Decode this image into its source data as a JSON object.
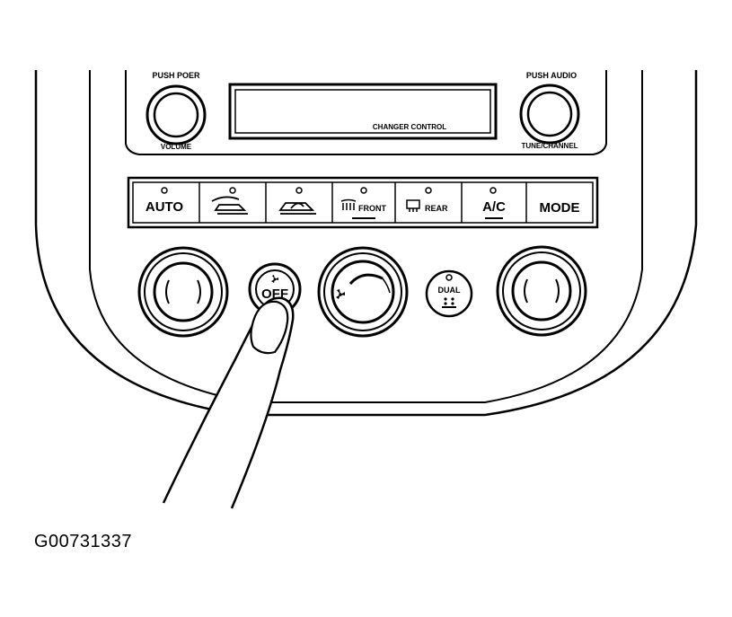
{
  "radio": {
    "power_knob_top": "PUSH POER",
    "power_knob_bottom": "VOLUME",
    "audio_knob_top": "PUSH AUDIO",
    "audio_knob_bottom": "TUNE/CHANNEL",
    "display_label": "CHANGER CONTROL"
  },
  "climate_buttons": {
    "auto": "AUTO",
    "front": "FRONT",
    "rear": "REAR",
    "ac": "A/C",
    "mode": "MODE"
  },
  "knobs": {
    "off_label": "OFF",
    "dual_label": "DUAL"
  },
  "figure_id": "G00731337"
}
